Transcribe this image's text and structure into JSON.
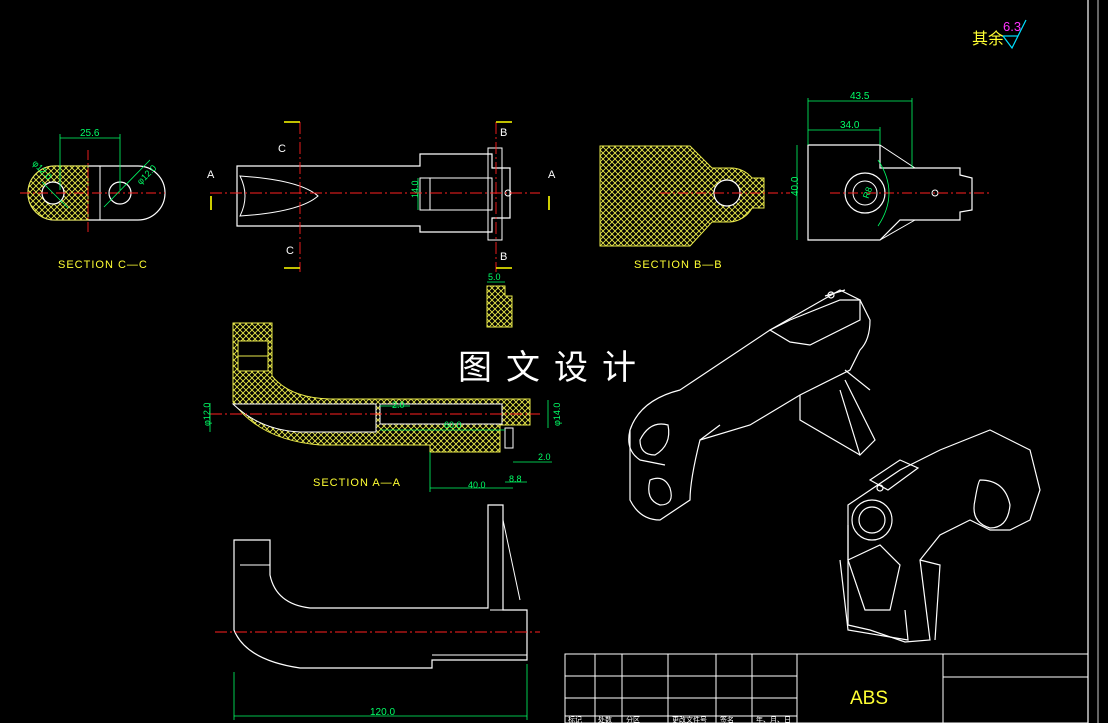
{
  "sections": {
    "cc": "SECTION C—C",
    "bb": "SECTION B—B",
    "aa": "SECTION A—A"
  },
  "cut_letters": {
    "a": "A",
    "b": "B",
    "c": "C"
  },
  "surface_finish": {
    "label": "其余",
    "value": "6.3"
  },
  "dims": {
    "d_25_6": "25.6",
    "d_phi12_a": "φ12.0",
    "d_phi12_b": "φ12.0",
    "d_14": "14.0",
    "d_5": "5.0",
    "d_43_5": "43.5",
    "d_34": "34.0",
    "d_40v": "40.0",
    "d_r": "R8",
    "d_phi12_c": "φ12.0",
    "d_2a": "2.0",
    "d_60": "60.0",
    "d_phi14": "φ14.0",
    "d_2b": "2.0",
    "d_40h": "40.0",
    "d_8_8": "8.8",
    "d_120": "120.0"
  },
  "title_block": {
    "material": "ABS",
    "row_labels": [
      "标记",
      "处数",
      "分区",
      "更改文件号",
      "签名",
      "年、月、日"
    ]
  },
  "overlay_title": "图文设计",
  "colors": {
    "outline": "#ffffff",
    "dimension": "#00ff66",
    "hatch": "#e8e84a",
    "centerline": "#ff2020",
    "section_text": "#ffff33",
    "roughness_value": "#ff33ff",
    "cutline": "#ffff00"
  }
}
